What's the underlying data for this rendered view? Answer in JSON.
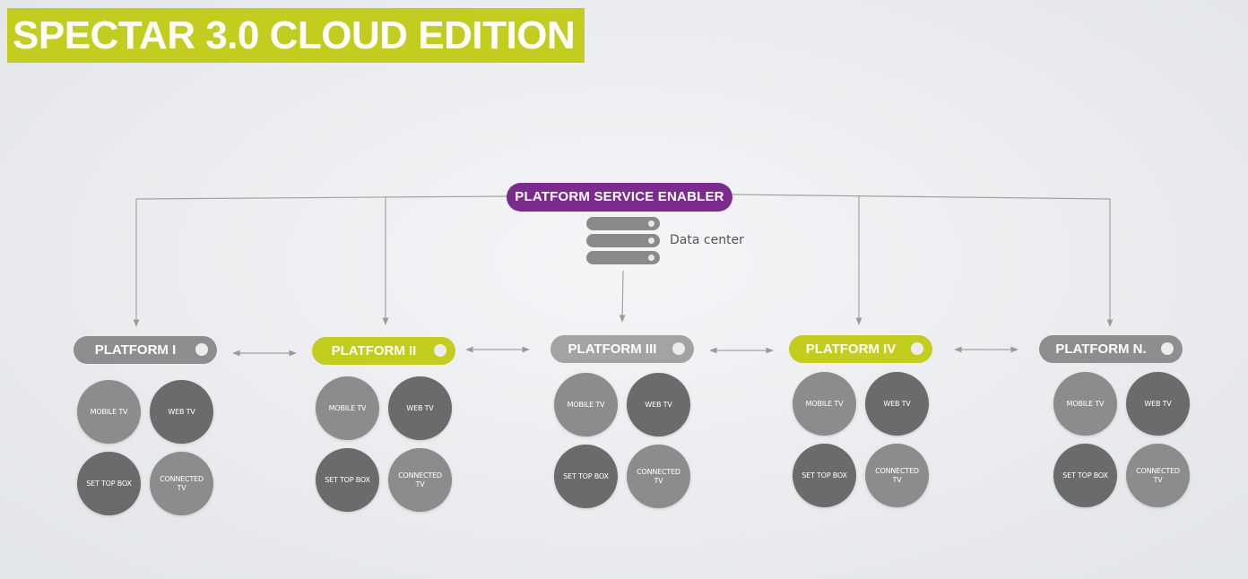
{
  "title": "SPECTAR 3.0 CLOUD EDITION",
  "service_enabler": {
    "label": "PLATFORM SERVICE ENABLER"
  },
  "data_center": {
    "label": "Data center",
    "icon": "server-rack-icon"
  },
  "colors": {
    "accent_green": "#c2cd1e",
    "accent_purple": "#7d2a8f",
    "pill_gray": "#8e8e8e",
    "device_light": "#8c8c8c",
    "device_dark": "#6b6b6b"
  },
  "platforms": [
    {
      "label": "PLATFORM I",
      "style": "gray",
      "devices": {
        "mobile": "MOBILE TV",
        "web": "WEB TV",
        "settop": "SET TOP BOX",
        "connected": "CONNECTED TV"
      }
    },
    {
      "label": "PLATFORM II",
      "style": "green",
      "devices": {
        "mobile": "MOBILE TV",
        "web": "WEB TV",
        "settop": "SET TOP BOX",
        "connected": "CONNECTED TV"
      }
    },
    {
      "label": "PLATFORM III",
      "style": "gray",
      "devices": {
        "mobile": "MOBILE TV",
        "web": "WEB TV",
        "settop": "SET TOP BOX",
        "connected": "CONNECTED TV"
      }
    },
    {
      "label": "PLATFORM IV",
      "style": "green",
      "devices": {
        "mobile": "MOBILE TV",
        "web": "WEB TV",
        "settop": "SET TOP BOX",
        "connected": "CONNECTED TV"
      }
    },
    {
      "label": "PLATFORM N.",
      "style": "gray",
      "devices": {
        "mobile": "MOBILE TV",
        "web": "WEB TV",
        "settop": "SET TOP BOX",
        "connected": "CONNECTED TV"
      }
    }
  ]
}
